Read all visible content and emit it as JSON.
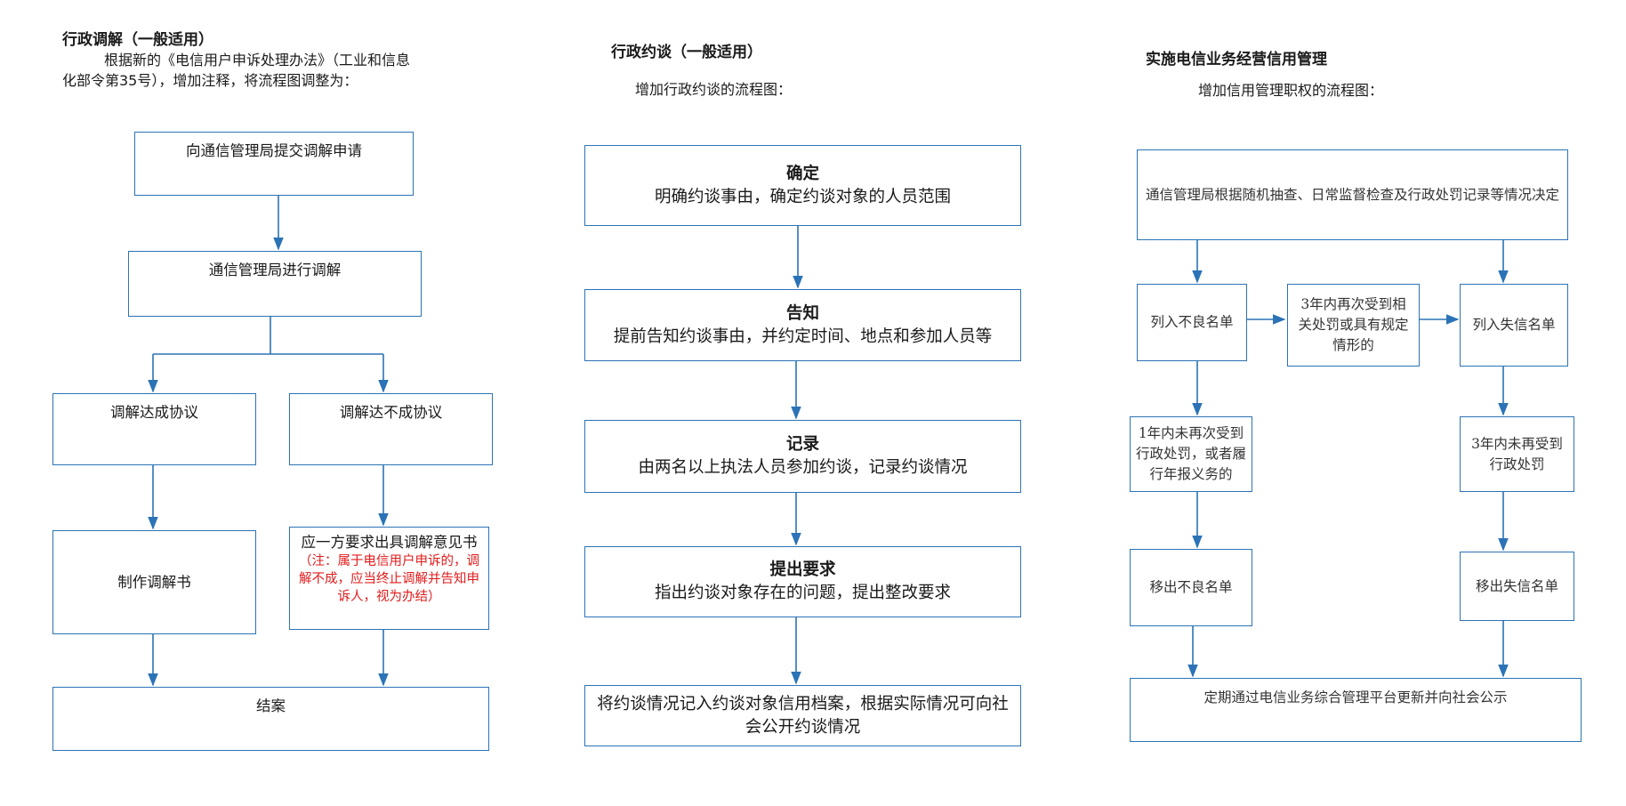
{
  "col1": {
    "title": "行政调解（一般适用）",
    "intro_1": "根据新的《电信用户申诉处理办法》（工业和信息",
    "intro_2": "化部令第35号），增加注释，将流程图调整为：",
    "step_apply": "向通信管理局提交调解申请",
    "step_mediate": "通信管理局进行调解",
    "branch_agree": "调解达成协议",
    "branch_disagree": "调解达不成协议",
    "make_doc": "制作调解书",
    "opinion": "应一方要求出具调解意见书",
    "note": "（注：属于电信用户申诉的，调解不成，应当终止调解并告知申诉人，视为办结）",
    "close": "结案"
  },
  "col2": {
    "title": "行政约谈（一般适用）",
    "intro": "增加行政约谈的流程图：",
    "steps": [
      {
        "head": "确定",
        "body": "明确约谈事由，确定约谈对象的人员范围"
      },
      {
        "head": "告知",
        "body": "提前告知约谈事由，并约定时间、地点和参加人员等"
      },
      {
        "head": "记录",
        "body": "由两名以上执法人员参加约谈，记录约谈情况"
      },
      {
        "head": "提出要求",
        "body": "指出约谈对象存在的问题，提出整改要求"
      }
    ],
    "final": "将约谈情况记入约谈对象信用档案，根据实际情况可向社会公开约谈情况"
  },
  "col3": {
    "title": "实施电信业务经营信用管理",
    "intro": "增加信用管理职权的流程图：",
    "decide": "通信管理局根据随机抽查、日常监督检查及行政处罚记录等情况决定",
    "bad_list": "列入不良名单",
    "again": "3年内再次受到相关处罚或具有规定情形的",
    "dishonest_list": "列入失信名单",
    "bad_cond": "1年内未再次受到行政处罚，或者履行年报义务的",
    "dishonest_cond": "3年内未再受到行政处罚",
    "remove_bad": "移出不良名单",
    "remove_dishonest": "移出失信名单",
    "publish": "定期通过电信业务综合管理平台更新并向社会公示"
  },
  "colors": {
    "border": "#2b73b6",
    "arrow": "#2b73b6",
    "note": "#e31b1b"
  }
}
